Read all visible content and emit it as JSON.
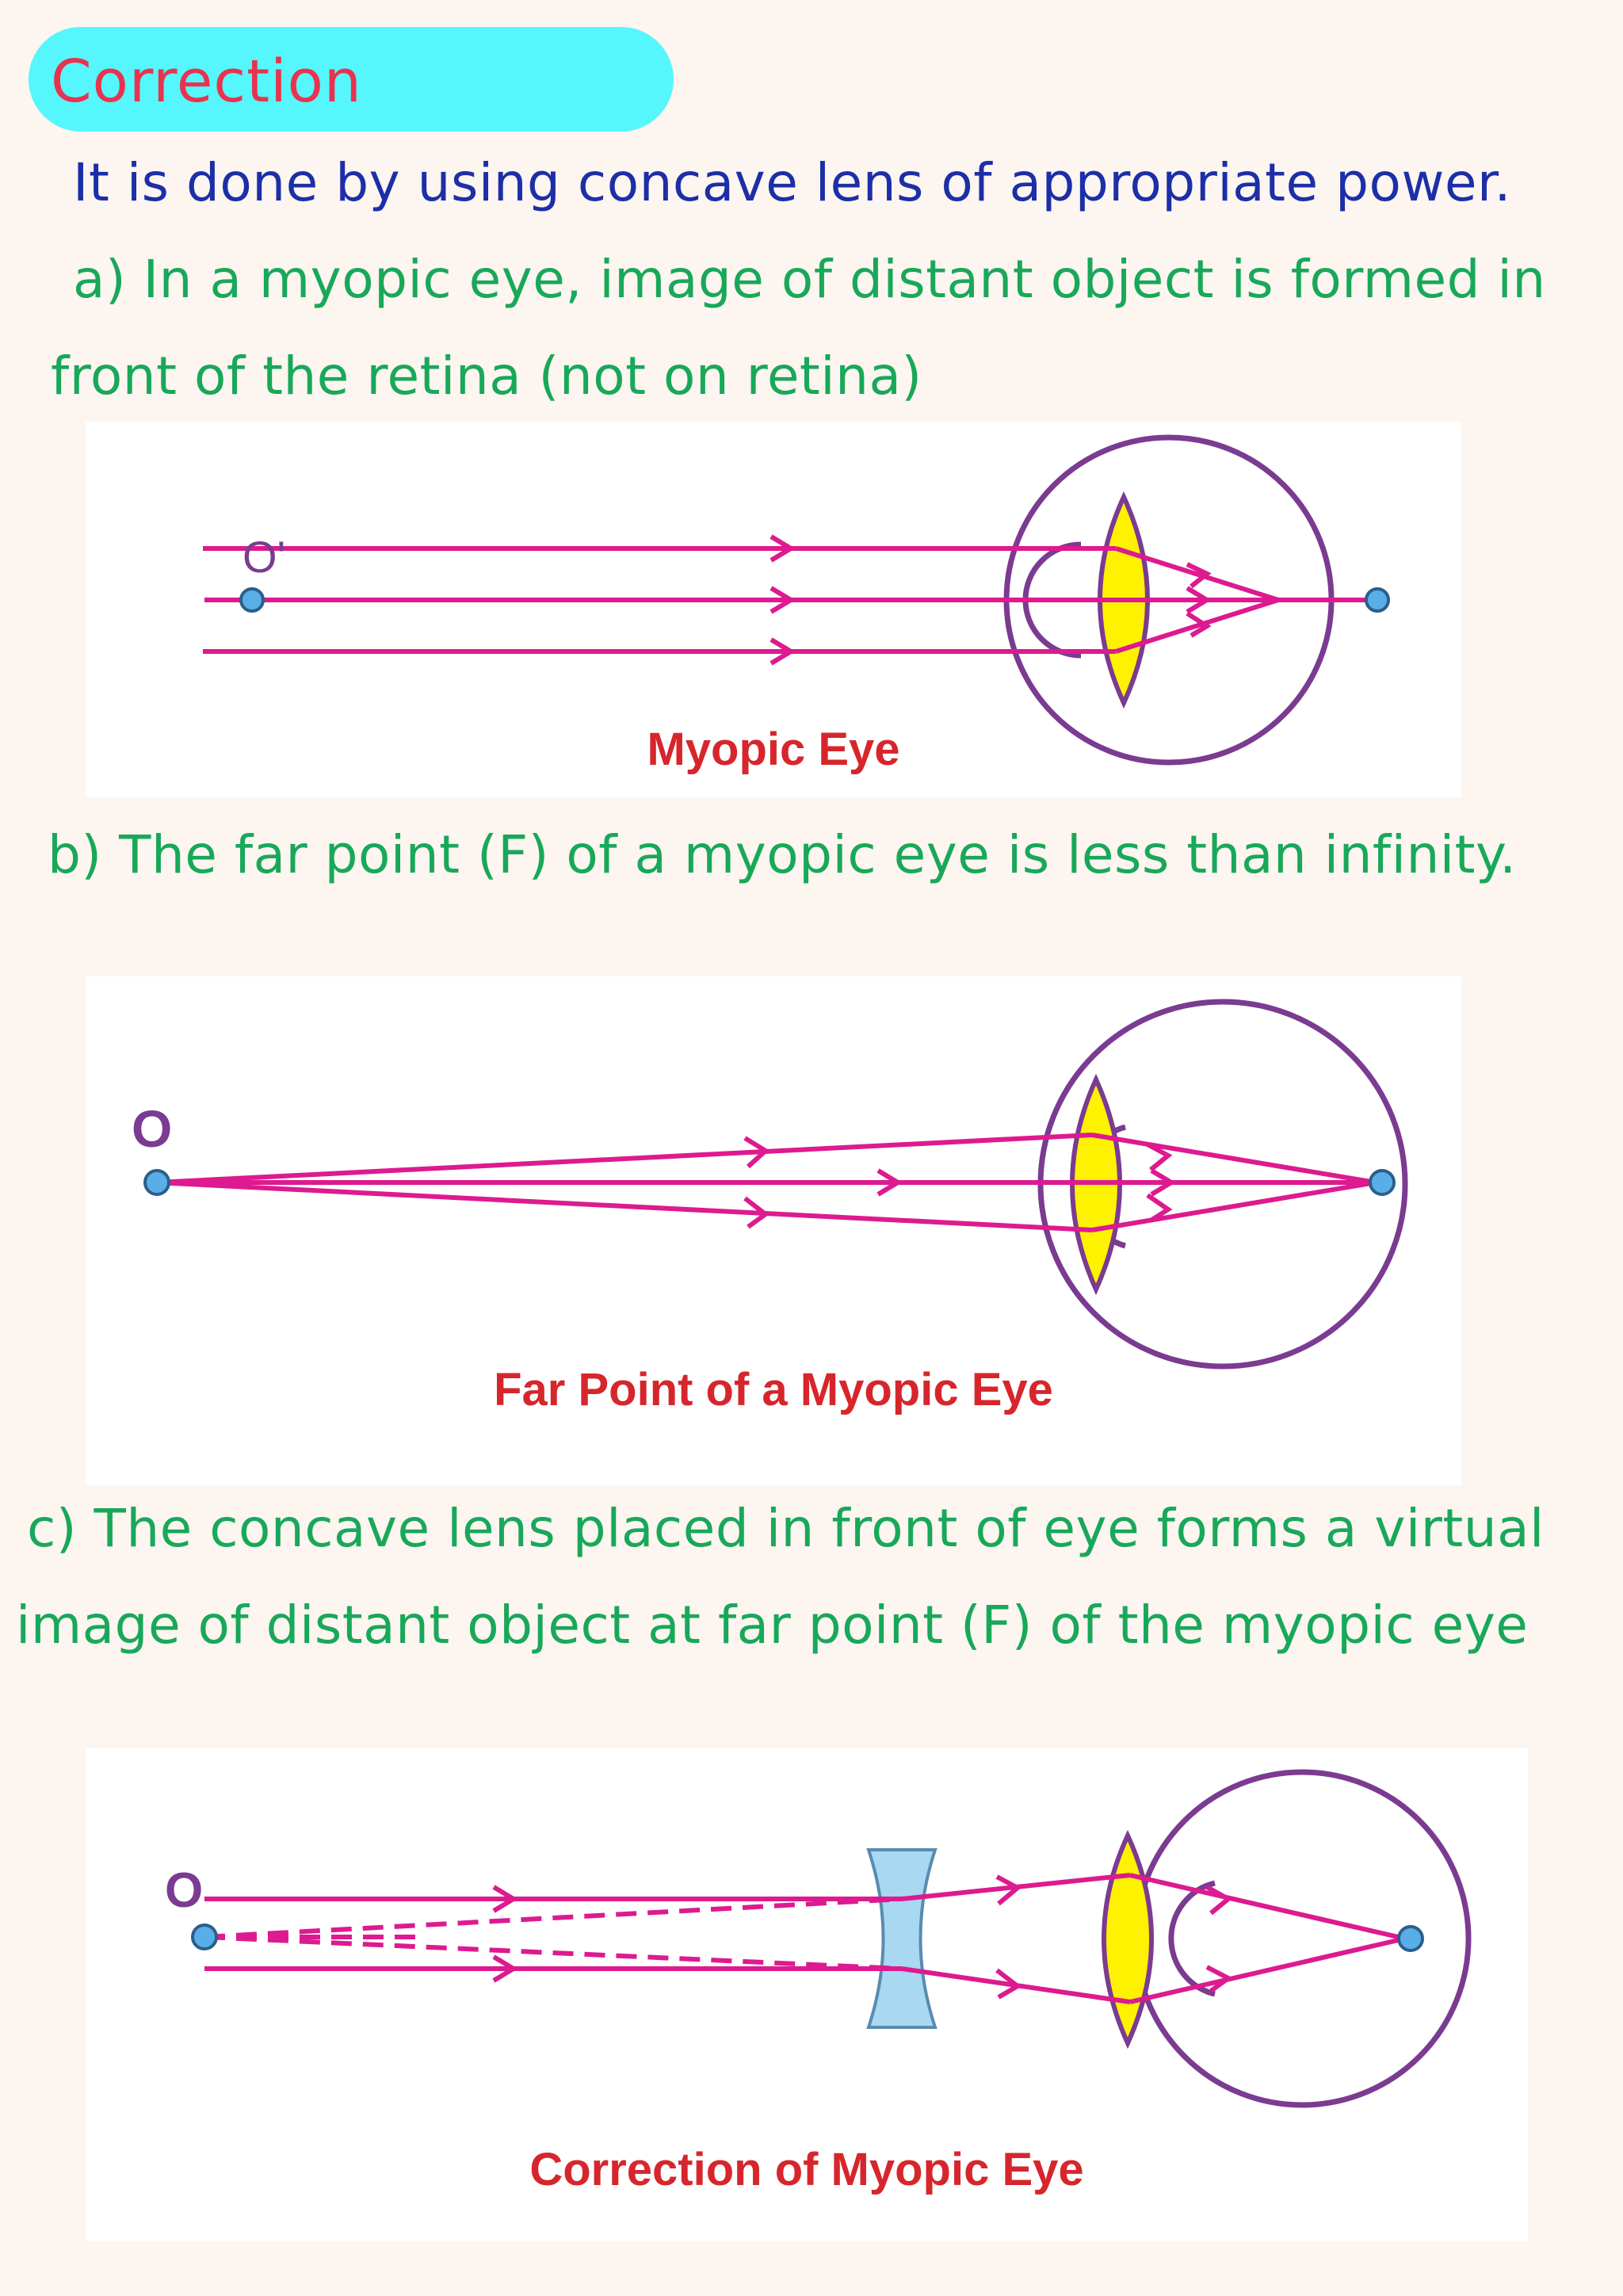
{
  "heading": "Correction",
  "intro": "It is done by using concave lens of appropriate power.",
  "point_a": {
    "line1": "a) In a myopic eye, image of distant object is formed in",
    "line2": "front of the retina (not on retina)"
  },
  "figure1": {
    "object_label": "O'",
    "caption": "Myopic Eye"
  },
  "point_b": "b) The far point (F) of a myopic eye is less than infinity.",
  "figure2": {
    "object_label": "O",
    "caption": "Far Point of a Myopic Eye"
  },
  "point_c": {
    "line1": "c) The concave lens placed in front of eye forms a virtual",
    "line2": "image of distant object at far point (F) of the myopic eye"
  },
  "figure3": {
    "object_label": "O",
    "caption": "Correction of Myopic Eye"
  },
  "colors": {
    "heading_pill": "#56f6fd",
    "heading_text": "#e8334e",
    "intro_text": "#1c2fa8",
    "body_text": "#18a85a",
    "ray": "#dd1a8f",
    "eyeball": "#7a3b91",
    "eye_lens": "#fff200",
    "concave_lens": "#a9d8f2",
    "caption": "#d6262c"
  }
}
